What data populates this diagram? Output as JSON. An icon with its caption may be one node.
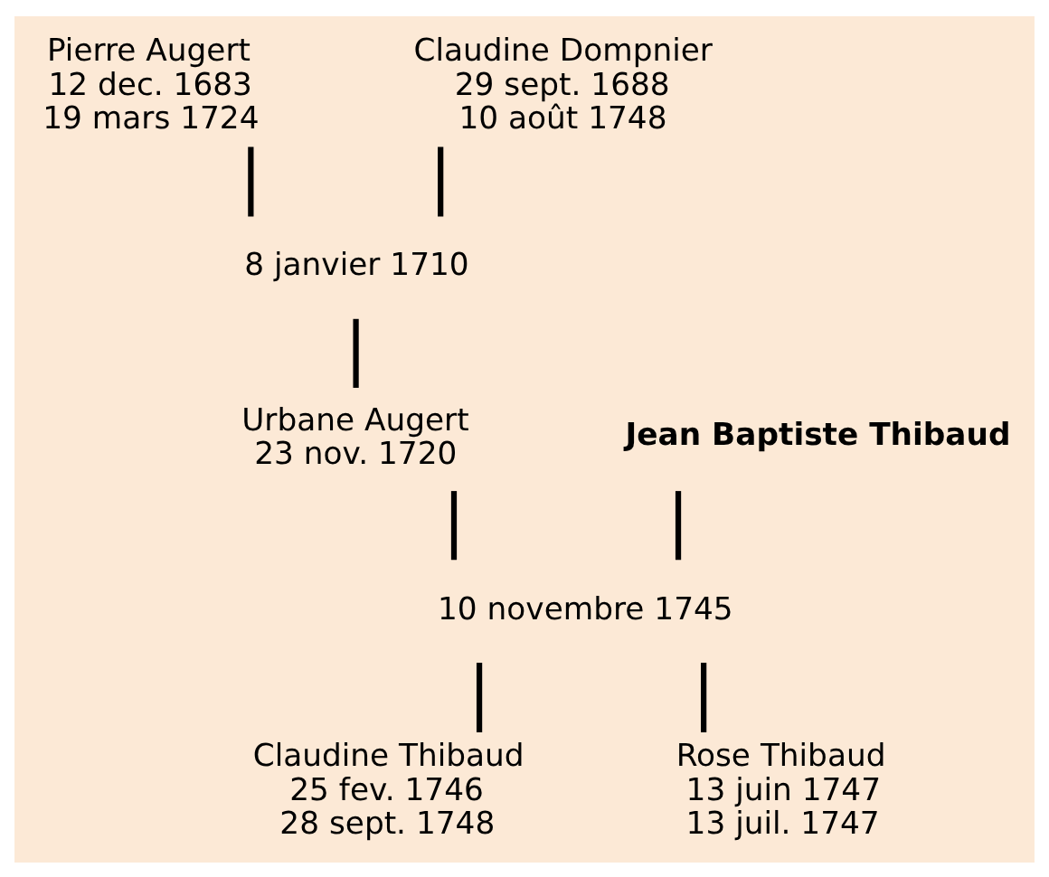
{
  "diagram": {
    "nodes": [
      {
        "text": [
          "Pierre Augert",
          "12 dec. 1683",
          "19 mars 1724"
        ]
      },
      {
        "text": [
          "Claudine Dompnier",
          "29 sept. 1688",
          "10 août 1748"
        ]
      },
      {
        "text": [
          "8 janvier 1710"
        ]
      },
      {
        "text": [
          "Jean Baptiste Thibaud"
        ]
      },
      {
        "text": [
          "Urbane Augert",
          "23 nov. 1720"
        ]
      },
      {
        "text": [
          "10 novembre 1745"
        ]
      },
      {
        "text": [
          "Claudine Thibaud",
          "25 fev. 1746",
          "28 sept. 1748"
        ]
      },
      {
        "text": [
          "Rose Thibaud",
          "13 juin 1747",
          "13 juil. 1747"
        ]
      }
    ],
    "edges": [
      {
        "from": 0,
        "to": 2,
        "arrow": "none"
      },
      {
        "from": 1,
        "to": 2,
        "arrow": "none"
      },
      {
        "from": 2,
        "to": 4,
        "arrow": "none"
      },
      {
        "from": 3,
        "to": 5,
        "arrow": "none"
      },
      {
        "from": 4,
        "to": 5,
        "arrow": "none"
      },
      {
        "from": 5,
        "to": 6,
        "arrow": "none"
      },
      {
        "from": 5,
        "to": 7,
        "arrow": "none"
      }
    ]
  }
}
